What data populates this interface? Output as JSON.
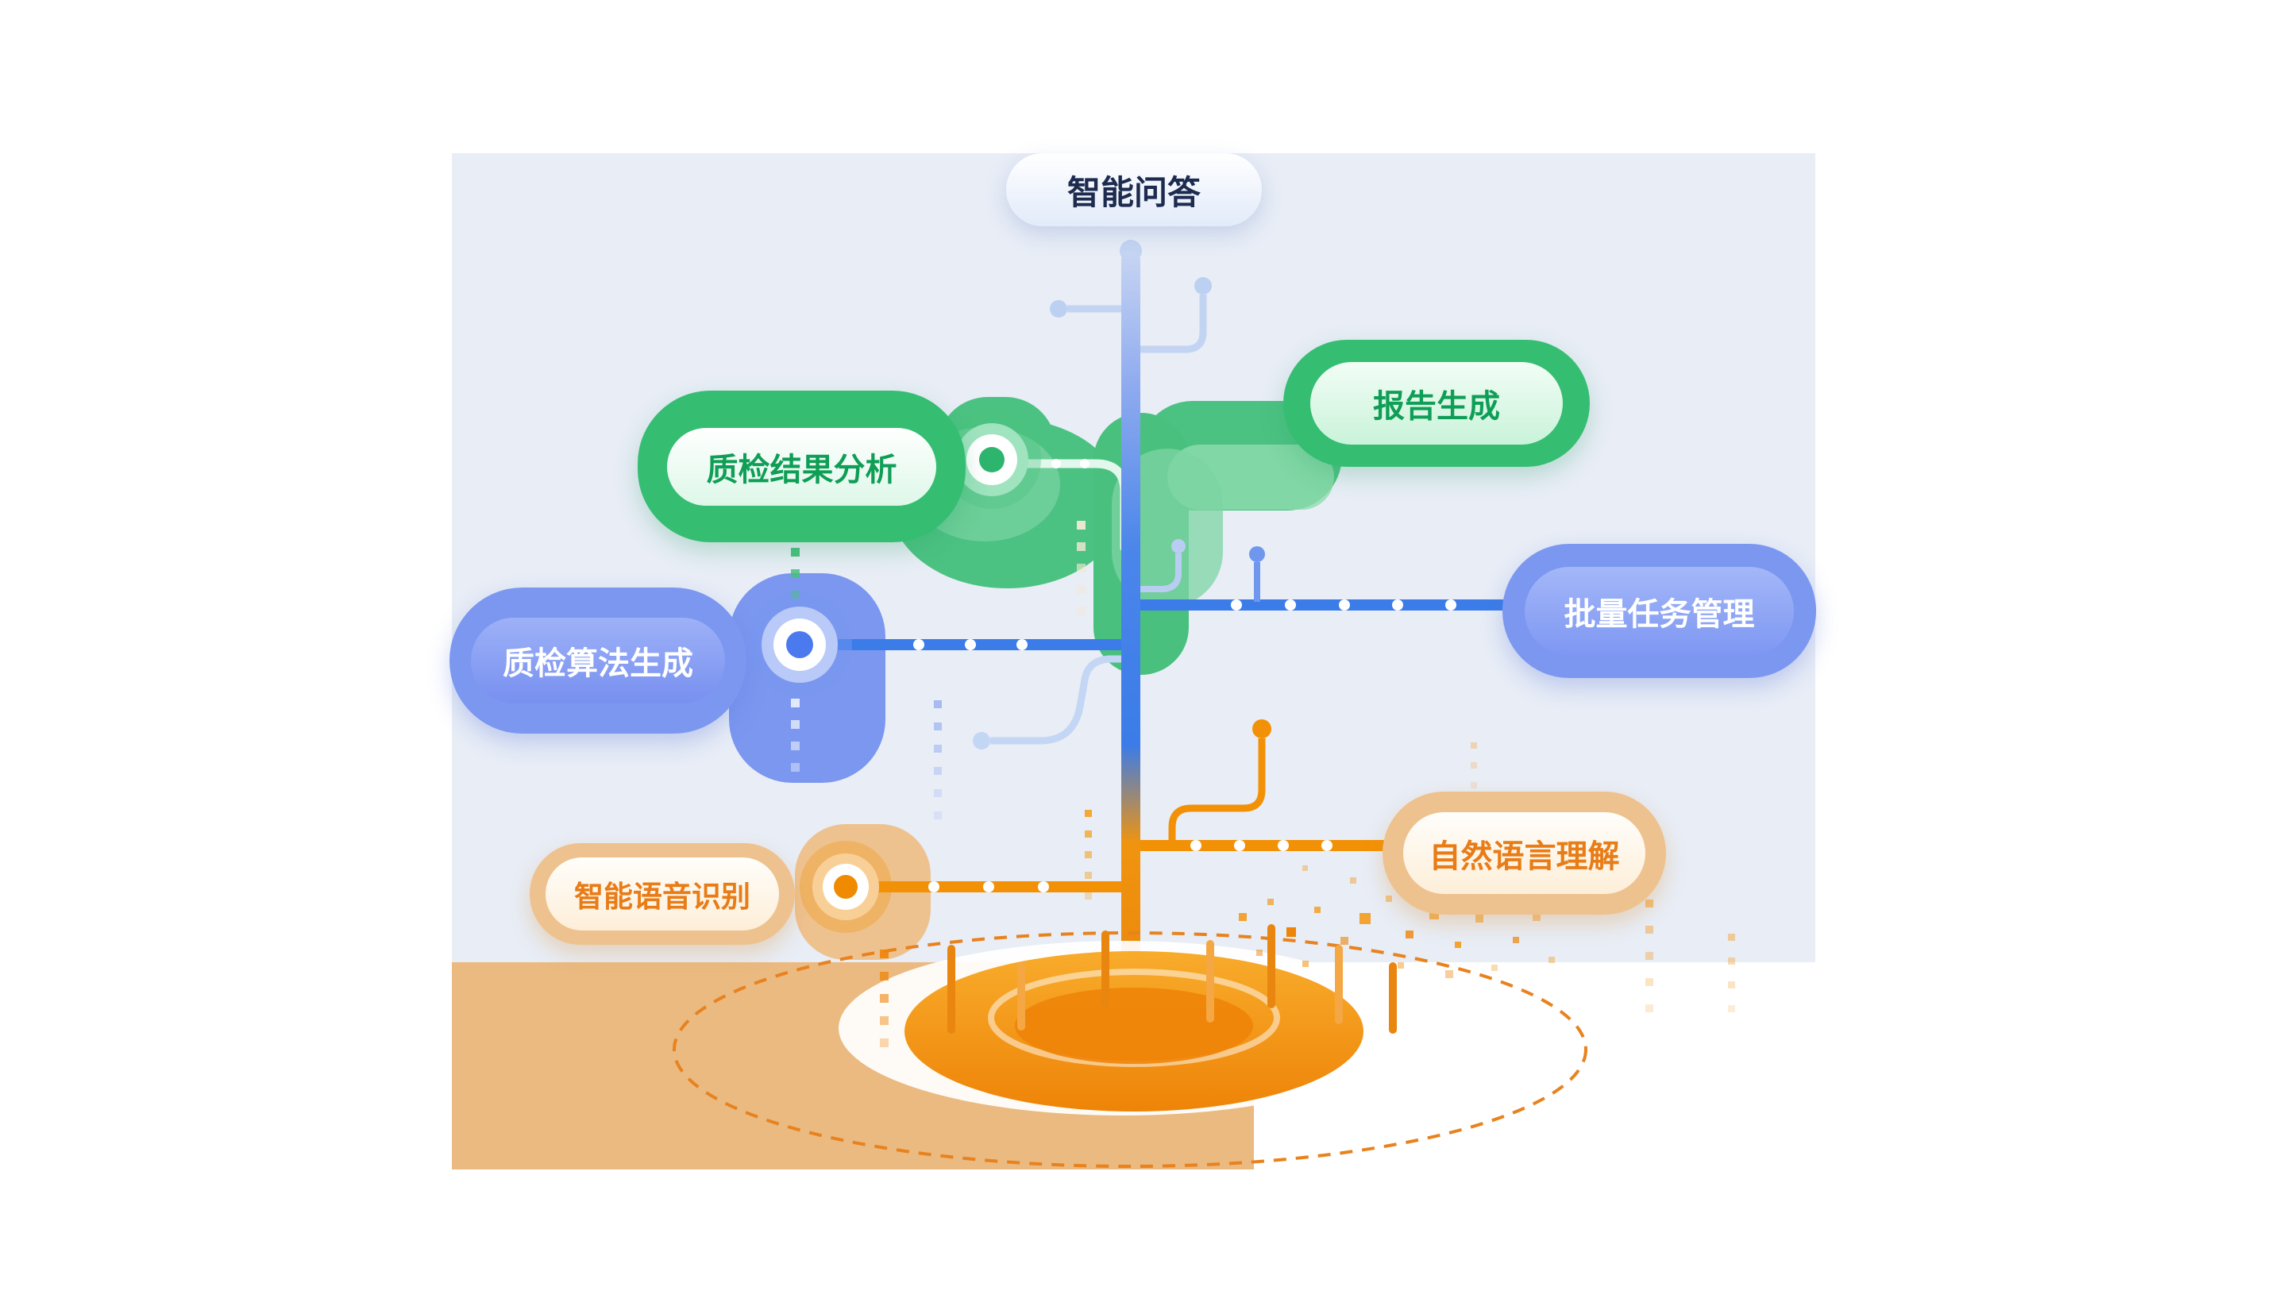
{
  "diagram": {
    "description": "AI capability tree infographic"
  },
  "nodes": {
    "qa": {
      "label": "智能问答"
    },
    "report": {
      "label": "报告生成"
    },
    "inspection_analysis": {
      "label": "质检结果分析"
    },
    "batch_task": {
      "label": "批量任务管理"
    },
    "algorithm": {
      "label": "质检算法生成"
    },
    "nlu": {
      "label": "自然语言理解"
    },
    "asr": {
      "label": "智能语音识别"
    }
  },
  "colors": {
    "panel-bg": "#e8edf6",
    "ground": "#eaba81",
    "green-outer": "#35bd72",
    "green-text": "#0f9e56",
    "blue-outer": "#7b97f0",
    "blue-line": "#3b7ce8",
    "orange-tan": "#eec28f",
    "orange-text": "#e87c17",
    "orange-line": "#f39106",
    "top-text": "#1d2b4f"
  }
}
